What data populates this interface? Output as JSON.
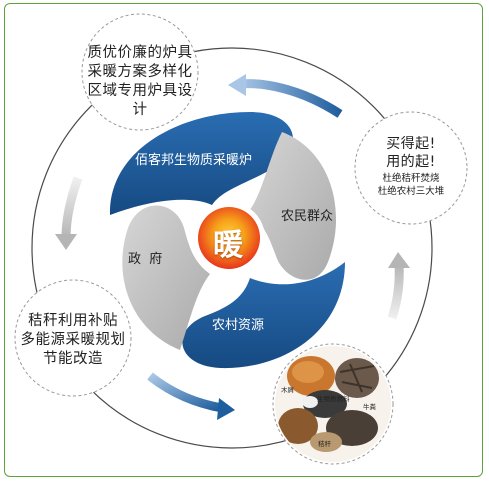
{
  "colors": {
    "frame": "#5aa53a",
    "blue": "#1f5e9e",
    "blue_dark": "#164a82",
    "gray": "#bfbfbf",
    "gray_light": "#d9d9d9",
    "center_outer": "#f6b21a",
    "center_inner": "#e8341c"
  },
  "center": {
    "label": "暖"
  },
  "petals": {
    "top": "佰客邦生物质采暖炉",
    "right": "农民群众",
    "left": "政  府",
    "bottom": "农村资源"
  },
  "bubbles": {
    "top_left": {
      "lines": [
        "质优价廉的炉具",
        "采暖方案多样化",
        "区域专用炉具设计"
      ]
    },
    "right": {
      "lines": [
        "买得起!",
        "用的起!"
      ],
      "sub_lines": [
        "杜绝秸秆焚烧",
        "杜绝农村三大堆"
      ]
    },
    "left": {
      "lines": [
        "秸秆利用补贴",
        "多能源采暖规划",
        "节能改造"
      ]
    },
    "bottom_right": {
      "labels": [
        "木屑",
        "生物质燃料",
        "牛粪",
        "秸秆"
      ]
    }
  }
}
